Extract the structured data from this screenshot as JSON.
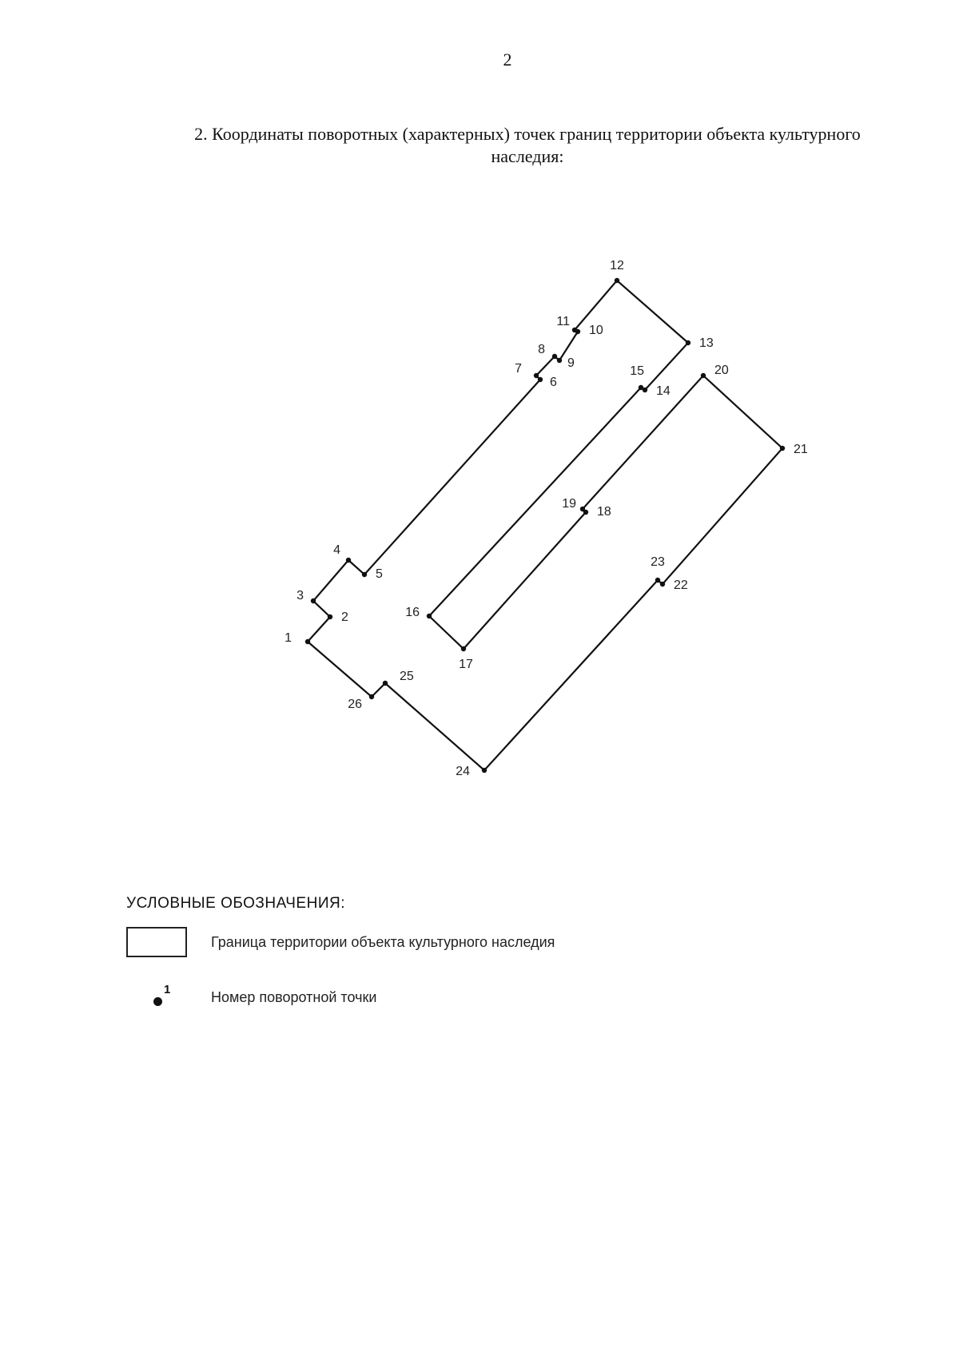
{
  "page": {
    "number": "2",
    "heading": "2. Координаты поворотных (характерных) точек границ территории объекта культурного наследия:"
  },
  "plan": {
    "points": [
      {
        "label": "1"
      },
      {
        "label": "2"
      },
      {
        "label": "3"
      },
      {
        "label": "4"
      },
      {
        "label": "5"
      },
      {
        "label": "6"
      },
      {
        "label": "7"
      },
      {
        "label": "8"
      },
      {
        "label": "9"
      },
      {
        "label": "10"
      },
      {
        "label": "11"
      },
      {
        "label": "12"
      },
      {
        "label": "13"
      },
      {
        "label": "14"
      },
      {
        "label": "15"
      },
      {
        "label": "16"
      },
      {
        "label": "17"
      },
      {
        "label": "18"
      },
      {
        "label": "19"
      },
      {
        "label": "20"
      },
      {
        "label": "21"
      },
      {
        "label": "22"
      },
      {
        "label": "23"
      },
      {
        "label": "24"
      },
      {
        "label": "25"
      },
      {
        "label": "26"
      }
    ]
  },
  "legend": {
    "title": "УСЛОВНЫЕ ОБОЗНАЧЕНИЯ:",
    "items": [
      {
        "text": "Граница территории объекта культурного наследия"
      },
      {
        "text": "Номер поворотной точки",
        "sample_number": "1"
      }
    ]
  }
}
